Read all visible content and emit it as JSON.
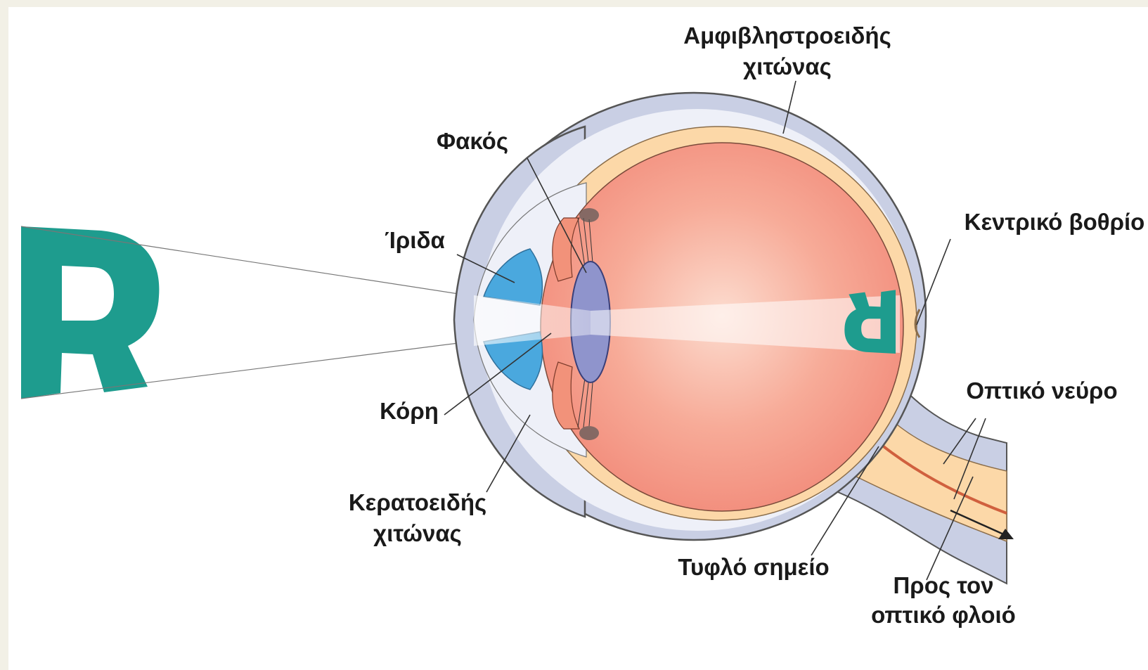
{
  "labels": {
    "retina": [
      "Αμφιβληστροειδής",
      "χιτώνας"
    ],
    "lens": "Φακός",
    "iris": "Ίριδα",
    "fovea": "Κεντρικό βοθρίο",
    "pupil": "Κόρη",
    "optic_nerve": "Οπτικό νεύρο",
    "cornea": [
      "Κερατοειδής",
      "χιτώνας"
    ],
    "blind_spot": "Τυφλό σημείο",
    "to_cortex": [
      "Προς τον",
      "οπτικό φλοιό"
    ]
  },
  "object_letter": "R",
  "colors": {
    "letter": "#1e9c8e",
    "vitreous": "#f49585",
    "vitreous_center": "#fbd9cc",
    "retina": "#fcd8a8",
    "sclera": "#c9cfe4",
    "aqueous": "#eef0f8",
    "iris": "#4aa8de",
    "lens": "#8f94cc",
    "ciliary": "#f2927a",
    "background": "#f2f0e6"
  }
}
